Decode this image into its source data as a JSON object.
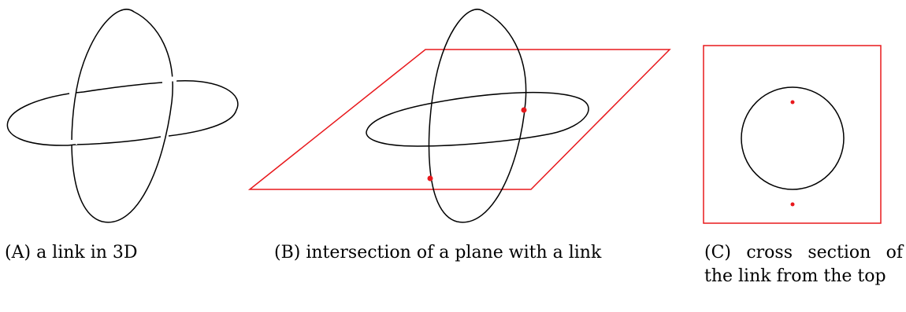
{
  "figures": [
    {
      "id": "a",
      "label_prefix": "(A)",
      "caption": "a link in 3D"
    },
    {
      "id": "b",
      "label_prefix": "(B)",
      "caption": "intersection of a plane with a link"
    },
    {
      "id": "c",
      "label_prefix": "(C)",
      "caption": "cross section of the link from the top"
    }
  ],
  "colors": {
    "curve": "#000000",
    "plane": "#e8181c",
    "point": "#e8181c"
  }
}
